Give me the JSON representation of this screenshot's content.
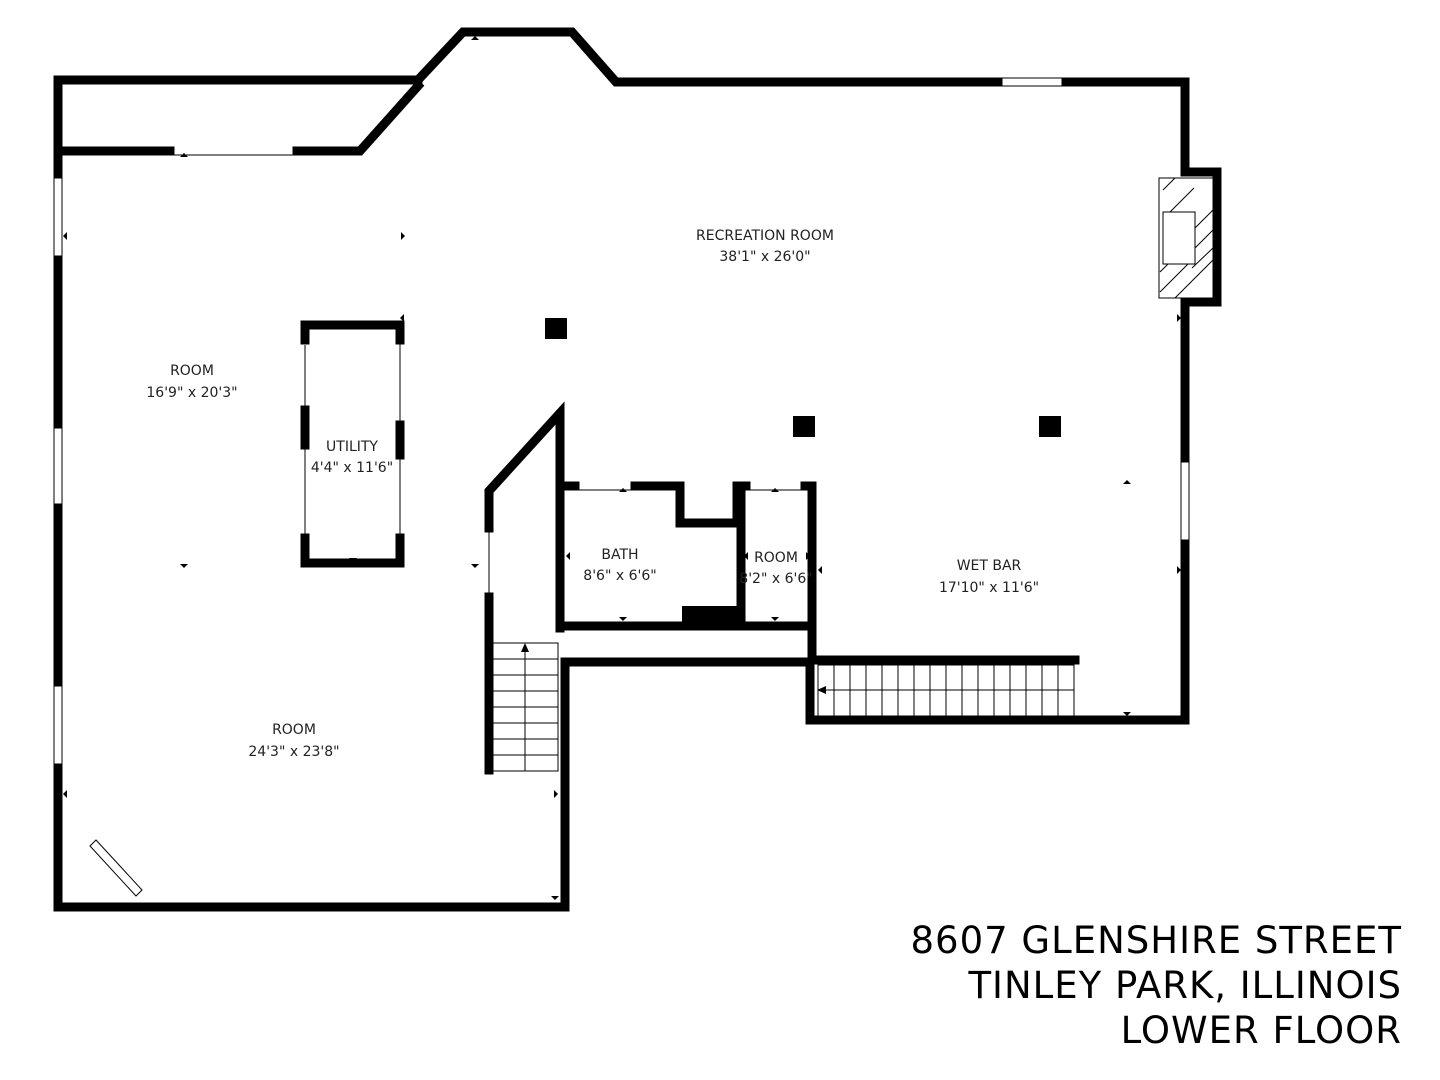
{
  "rooms": {
    "recreation": {
      "name": "RECREATION ROOM",
      "dims": "38'1\" x 26'0\""
    },
    "room_upper": {
      "name": "ROOM",
      "dims": "16'9\" x 20'3\""
    },
    "utility": {
      "name": "UTILITY",
      "dims": "4'4\" x 11'6\""
    },
    "bath": {
      "name": "BATH",
      "dims": "8'6\" x 6'6\""
    },
    "room_small": {
      "name": "ROOM",
      "dims": "8'2\" x 6'6\""
    },
    "wet_bar": {
      "name": "WET BAR",
      "dims": "17'10\" x 11'6\""
    },
    "room_lower": {
      "name": "ROOM",
      "dims": "24'3\" x 23'8\""
    }
  },
  "address": {
    "line1": "8607 GLENSHIRE STREET",
    "line2": "TINLEY PARK, ILLINOIS",
    "line3": "LOWER FLOOR"
  },
  "colors": {
    "wall": "#000000",
    "background": "#ffffff",
    "text": "#222222"
  }
}
